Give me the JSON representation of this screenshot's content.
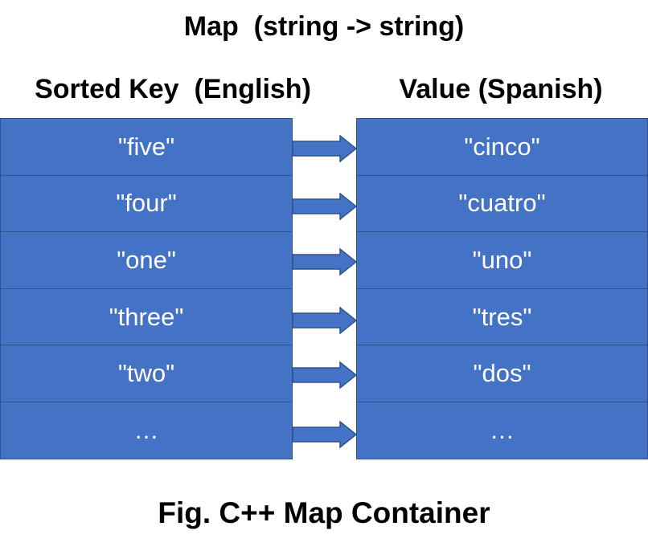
{
  "title": "Map  (string -> string)",
  "headers": {
    "key": "Sorted Key  (English)",
    "value": "Value (Spanish)"
  },
  "entries": [
    {
      "key": "\"five\"",
      "value": "\"cinco\""
    },
    {
      "key": "\"four\"",
      "value": "\"cuatro\""
    },
    {
      "key": "\"one\"",
      "value": "\"uno\""
    },
    {
      "key": "\"three\"",
      "value": "\"tres\""
    },
    {
      "key": "\"two\"",
      "value": "\"dos\""
    },
    {
      "key": "…",
      "value": "…"
    }
  ],
  "caption": "Fig. C++ Map Container",
  "colors": {
    "cell_fill": "#4472c4",
    "cell_border": "#2f528f",
    "arrow_fill": "#4472c4",
    "arrow_stroke": "#2f528f"
  }
}
